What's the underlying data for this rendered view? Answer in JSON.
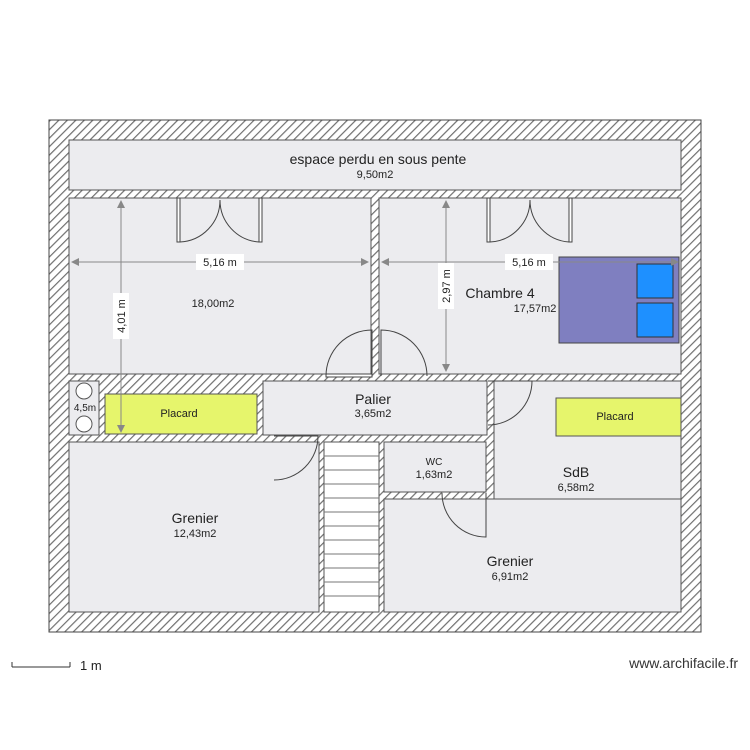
{
  "rooms": {
    "espace_perdu": {
      "name": "espace perdu en sous pente",
      "area": "9,50m2"
    },
    "chambre_left": {
      "area": "18,00m2"
    },
    "chambre4": {
      "name": "Chambre 4",
      "area": "17,57m2"
    },
    "palier": {
      "name": "Palier",
      "area": "3,65m2"
    },
    "wc": {
      "name": "WC",
      "area": "1,63m2"
    },
    "sdb": {
      "name": "SdB",
      "area": "6,58m2"
    },
    "grenier_left": {
      "name": "Grenier",
      "area": "12,43m2"
    },
    "grenier_right": {
      "name": "Grenier",
      "area": "6,91m2"
    },
    "placard_left": {
      "name": "Placard"
    },
    "placard_right": {
      "name": "Placard"
    },
    "small_closet": {
      "area": "4,5m"
    }
  },
  "dimensions": {
    "left_width": "5,16 m",
    "right_width": "5,16 m",
    "left_height": "4,01 m",
    "right_height": "2,97 m"
  },
  "scale": {
    "label": "1 m"
  },
  "credit": "www.archifacile.fr",
  "colors": {
    "wall_hatch": "#777777",
    "floor": "#ececef",
    "placard": "#e6f56c",
    "bed": "#7f7fc0",
    "pillow": "#1e90ff"
  }
}
